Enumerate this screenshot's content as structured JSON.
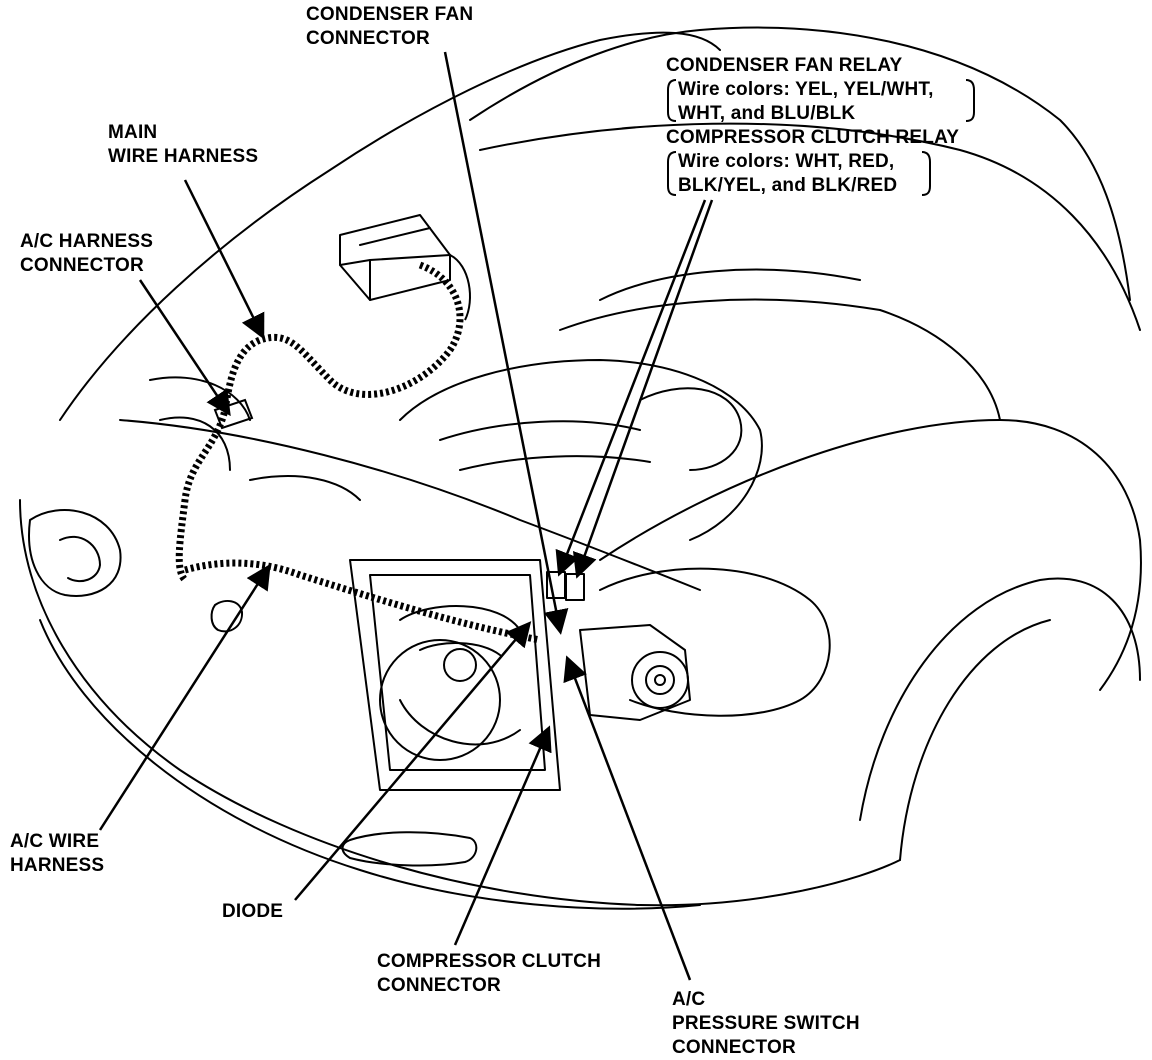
{
  "labels": {
    "condenser_fan_connector": [
      "CONDENSER FAN",
      "CONNECTOR"
    ],
    "condenser_fan_relay": {
      "title": "CONDENSER FAN RELAY",
      "wire_colors": [
        "Wire colors: YEL, YEL/WHT,",
        "WHT, and BLU/BLK"
      ]
    },
    "compressor_clutch_relay": {
      "title": "COMPRESSOR CLUTCH RELAY",
      "wire_colors": [
        "Wire colors: WHT, RED,",
        "BLK/YEL, and BLK/RED"
      ]
    },
    "main_wire_harness": [
      "MAIN",
      "WIRE HARNESS"
    ],
    "ac_harness_connector": [
      "A/C HARNESS",
      "CONNECTOR"
    ],
    "ac_wire_harness": [
      "A/C WIRE",
      "HARNESS"
    ],
    "diode": [
      "DIODE"
    ],
    "compressor_clutch_connector": [
      "COMPRESSOR CLUTCH",
      "CONNECTOR"
    ],
    "ac_pressure_switch_connector": [
      "A/C",
      "PRESSURE SWITCH",
      "CONNECTOR"
    ]
  }
}
